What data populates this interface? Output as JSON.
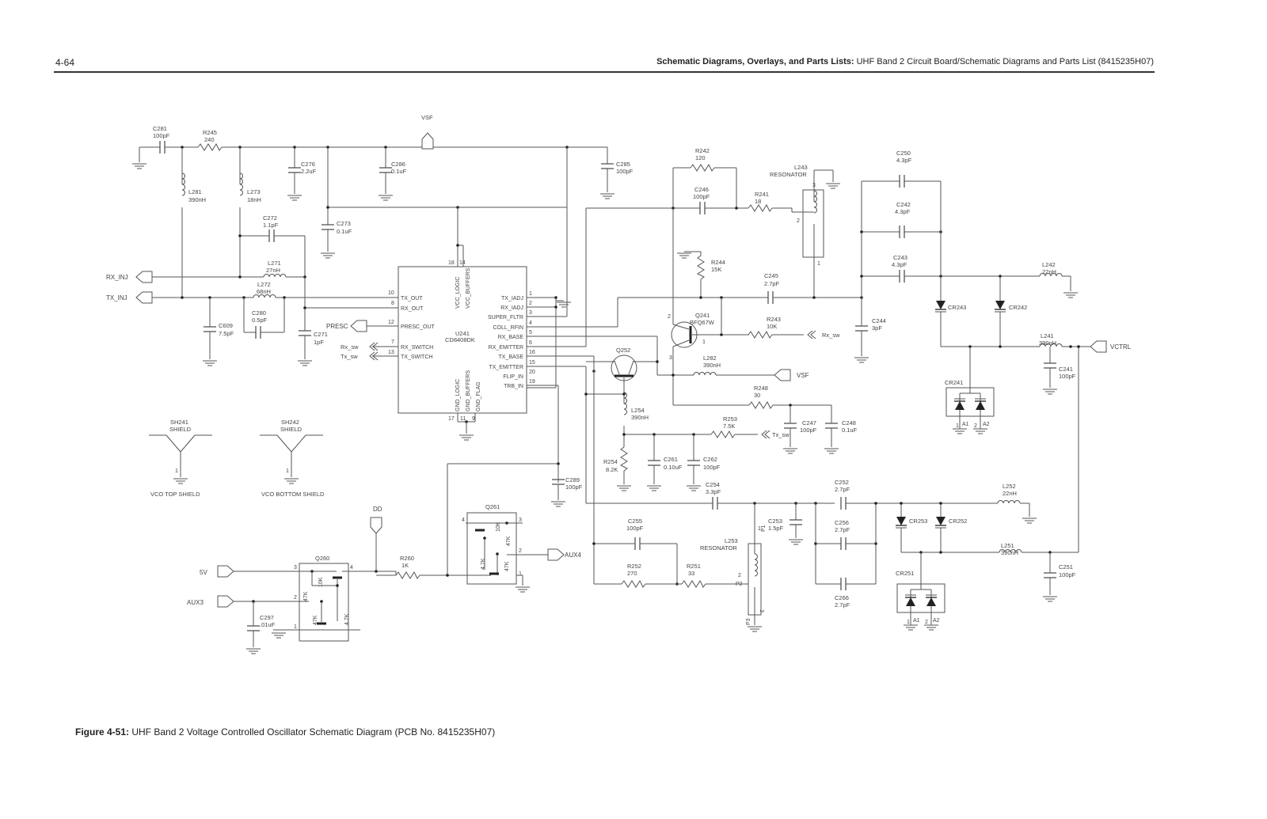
{
  "header": {
    "page_number": "4-64",
    "title_bold": "Schematic Diagrams, Overlays, and Parts Lists:",
    "title_rest": " UHF Band 2 Circuit Board/Schematic Diagrams and Parts List (8415235H07)"
  },
  "caption": {
    "bold": "Figure 4-51:",
    "rest": " UHF Band 2 Voltage Controlled Oscillator Schematic Diagram (PCB No. 8415235H07)"
  },
  "nets": {
    "vsf": "VSF",
    "vsf2": "VSF",
    "rx_inj": "RX_INJ",
    "tx_inj": "TX_INJ",
    "presc": "PRESC",
    "rx_sw": "Rx_sw",
    "tx_sw": "Tx_sw",
    "vctrl": "VCTRL",
    "dd": "DD",
    "v5": "5V",
    "aux3": "AUX3",
    "aux4": "AUX4"
  },
  "components": {
    "C281": {
      "ref": "C281",
      "val": "100pF"
    },
    "R245": {
      "ref": "R245",
      "val": "240"
    },
    "C276": {
      "ref": "C276",
      "val": "2.2uF"
    },
    "C286": {
      "ref": "C286",
      "val": "0.1uF"
    },
    "C285": {
      "ref": "C285",
      "val": "100pF"
    },
    "L281": {
      "ref": "L281",
      "val": "390nH"
    },
    "L273": {
      "ref": "L273",
      "val": "18nH"
    },
    "C272": {
      "ref": "C272",
      "val": "1.1pF"
    },
    "C273": {
      "ref": "C273",
      "val": "0.1uF"
    },
    "L271": {
      "ref": "L271",
      "val": "27nH"
    },
    "L272": {
      "ref": "L272",
      "val": "68nH"
    },
    "C280": {
      "ref": "C280",
      "val": "0.5pF"
    },
    "C609": {
      "ref": "C609",
      "val": "7.5pF"
    },
    "C271": {
      "ref": "C271",
      "val": "1pF"
    },
    "U241": {
      "ref": "U241",
      "val": "CD8408DK"
    },
    "R242": {
      "ref": "R242",
      "val": "120"
    },
    "C246": {
      "ref": "C246",
      "val": "100pF"
    },
    "R241": {
      "ref": "R241",
      "val": "18"
    },
    "L243": {
      "ref": "L243",
      "val": "RESONATOR"
    },
    "R244": {
      "ref": "R244",
      "val": "15K"
    },
    "C245": {
      "ref": "C245",
      "val": "2.7pF"
    },
    "Q241": {
      "ref": "Q241",
      "val": "BFQ67W"
    },
    "R243": {
      "ref": "R243",
      "val": "10K"
    },
    "Q252": {
      "ref": "Q252",
      "val": ""
    },
    "L282": {
      "ref": "L282",
      "val": "390nH"
    },
    "R248": {
      "ref": "R248",
      "val": "30"
    },
    "C247": {
      "ref": "C247",
      "val": "100pF"
    },
    "C248": {
      "ref": "C248",
      "val": "0.1uF"
    },
    "L254": {
      "ref": "L254",
      "val": "390nH"
    },
    "R253": {
      "ref": "R253",
      "val": "7.5K"
    },
    "R254": {
      "ref": "R254",
      "val": "8.2K"
    },
    "C261": {
      "ref": "C261",
      "val": "0.10uF"
    },
    "C262": {
      "ref": "C262",
      "val": "100pF"
    },
    "C289": {
      "ref": "C289",
      "val": "100pF"
    },
    "C254": {
      "ref": "C254",
      "val": "3.3pF"
    },
    "C255": {
      "ref": "C255",
      "val": "100pF"
    },
    "R252": {
      "ref": "R252",
      "val": "270"
    },
    "R251": {
      "ref": "R251",
      "val": "33"
    },
    "L253": {
      "ref": "L253",
      "val": "RESONATOR"
    },
    "C253": {
      "ref": "C253",
      "val": "1.5pF"
    },
    "C252": {
      "ref": "C252",
      "val": "2.7pF"
    },
    "C256": {
      "ref": "C256",
      "val": "2.7pF"
    },
    "C266": {
      "ref": "C266",
      "val": "2.7pF"
    },
    "C250": {
      "ref": "C250",
      "val": "4.3pF"
    },
    "C242": {
      "ref": "C242",
      "val": "4.3pF"
    },
    "C243": {
      "ref": "C243",
      "val": "4.3pF"
    },
    "C244": {
      "ref": "C244",
      "val": "3pF"
    },
    "L242": {
      "ref": "L242",
      "val": "22nH"
    },
    "L241": {
      "ref": "L241",
      "val": "390nH"
    },
    "C241": {
      "ref": "C241",
      "val": "100pF"
    },
    "L252": {
      "ref": "L252",
      "val": "22nH"
    },
    "L251": {
      "ref": "L251",
      "val": "390nH"
    },
    "C251": {
      "ref": "C251",
      "val": "100pF"
    },
    "CR243": {
      "ref": "CR243"
    },
    "CR242": {
      "ref": "CR242"
    },
    "CR241": {
      "ref": "CR241"
    },
    "CR253": {
      "ref": "CR253"
    },
    "CR252": {
      "ref": "CR252"
    },
    "CR251": {
      "ref": "CR251"
    },
    "SH241": {
      "ref": "SH241",
      "val": "SHIELD",
      "desc": "VCO TOP SHIELD"
    },
    "SH242": {
      "ref": "SH242",
      "val": "SHIELD",
      "desc": "VCO BOTTOM SHIELD"
    },
    "Q260": {
      "ref": "Q260",
      "r1": "10K",
      "r2": "47K",
      "r3": "47K",
      "r4": "4.7K"
    },
    "Q261": {
      "ref": "Q261",
      "r1": "10K",
      "r2": "47K",
      "r3": "4.7K",
      "r4": "47K"
    },
    "R260": {
      "ref": "R260",
      "val": "1K"
    },
    "C297": {
      "ref": "C297",
      "val": ".01uF"
    }
  },
  "u241_pins": {
    "left": [
      {
        "num": "10",
        "name": "TX_OUT"
      },
      {
        "num": "8",
        "name": "RX_OUT"
      },
      {
        "num": "12",
        "name": "PRESC_OUT"
      },
      {
        "num": "7",
        "name": "RX_SWITCH"
      },
      {
        "num": "13",
        "name": "TX_SWITCH"
      }
    ],
    "right": [
      {
        "num": "1",
        "name": "TX_IADJ"
      },
      {
        "num": "2",
        "name": "RX_IADJ"
      },
      {
        "num": "3",
        "name": "SUPER_FLTR"
      },
      {
        "num": "4",
        "name": "COLL_RFIN"
      },
      {
        "num": "5",
        "name": "RX_BASE"
      },
      {
        "num": "6",
        "name": "RX_EMITTER"
      },
      {
        "num": "16",
        "name": "TX_BASE"
      },
      {
        "num": "15",
        "name": "TX_EMITTER"
      },
      {
        "num": "20",
        "name": "FLIP_IN"
      },
      {
        "num": "19",
        "name": "TRB_IN"
      }
    ],
    "top": [
      {
        "num": "18",
        "name": "VCC_LOGIC"
      },
      {
        "num": "14",
        "name": "VCC_BUFFERS"
      }
    ],
    "bottom": [
      {
        "num": "17",
        "name": "GND_LOGIC"
      },
      {
        "num": "11",
        "name": "GND_BUFFERS"
      },
      {
        "num": "9",
        "name": "GND_FLAG"
      }
    ]
  },
  "pins": {
    "p1": "1",
    "p2": "2",
    "p3": "3",
    "p4": "4",
    "P1": "P1",
    "P2": "P2",
    "P3": "P3",
    "A1": "A1",
    "A2": "A2"
  }
}
